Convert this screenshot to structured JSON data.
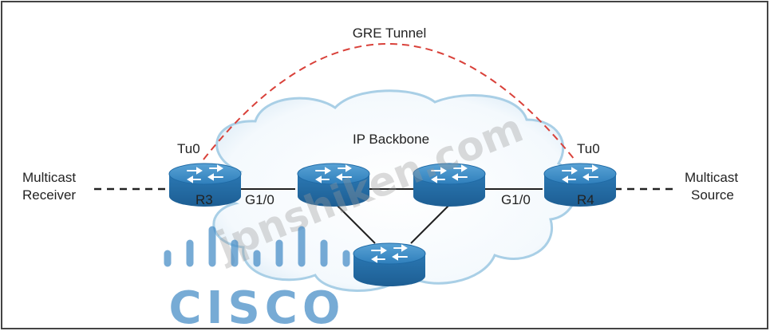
{
  "diagram": {
    "tunnel_label": "GRE Tunnel",
    "backbone_label": "IP Backbone",
    "left_endpoint": {
      "line1": "Multicast",
      "line2": "Receiver"
    },
    "right_endpoint": {
      "line1": "Multicast",
      "line2": "Source"
    },
    "r3": {
      "name": "R3",
      "tunnel_if": "Tu0",
      "phys_if": "G1/0"
    },
    "r4": {
      "name": "R4",
      "tunnel_if": "Tu0",
      "phys_if": "G1/0"
    },
    "watermark": "jpnshiken.com",
    "logo_text": "CISCO",
    "colors": {
      "tunnel": "#d9413a",
      "router": "#2b7ab8",
      "cloud_edge": "#a9cfe6"
    }
  }
}
